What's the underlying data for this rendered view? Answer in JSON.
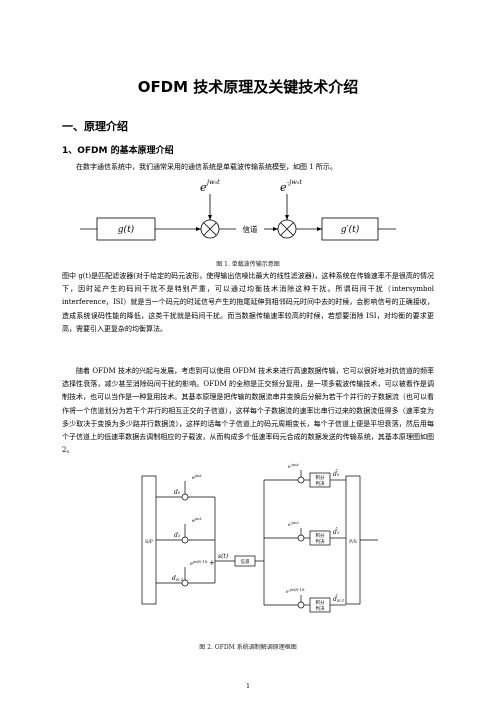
{
  "title": "OFDM 技术原理及关键技术介绍",
  "section1": "一、原理介绍",
  "subsection1": "1、OFDM 的基本原理介绍",
  "para1": "在数字通信系统中，我们通常采用的通信系统是单载波传输系统模型，如图 1 所示。",
  "fig1": {
    "block_in": "g(t)",
    "block_out": "g′(t)",
    "channel": "信道",
    "carrier_tx": "e^{jw₀t}",
    "carrier_rx": "e^{-jw₀t}",
    "caption": "图 1. 单载波传输示意图"
  },
  "para2": "图中 g(t)是匹配滤波器(对于给定的码元波形，使得输出信噪比最大的线性滤波器)，这种系统在传输速率不是很高的情况下，因时延产生的码间干扰不是特别严重，可以通过均衡技术消除这种干扰。所谓码间干扰（intersymbol interference，ISI）就是当一个码元的时延信号产生的拖尾延伸到相邻码元时间中去的时候，会影响信号的正确接收，造成系统误码性能的降低，这类干扰就是码间干扰。而当数据传输速率较高的时候，若想要消除 ISI，对均衡的要求更高，需要引入更复杂的均衡算法。",
  "para3": "随着 OFDM 技术的兴起与发展，考虑到可以使用 OFDM 技术来进行高速数据传输，它可以很好地对抗信道的频率选择性衰落，减少甚至消除码间干扰的影响。OFDM 的全称是正交频分复用，是一项多载波传输技术，可以被看作是调制技术，也可以当作是一种复用技术。其基本原理是把传输的数据流串并变换后分解为若干个并行的子数据流（也可以看作将一个信道划分为若干个并行的相互正交的子信道），这样每个子数据流的速率比串行过来的数据流低得多（速率变为多少取决于变换为多少路并行数据流），这样的话每个子信道上的码元周期变长，每个子信道上便是平坦衰落，然后用每个子信道上的低速率数据去调制相应的子载波，从而构成多个低速率码元合成的数据发送的传输系统，其基本原理图如图 2。",
  "fig2": {
    "sp": "S/P",
    "ps": "P/S",
    "channel": "信道",
    "st": "s(t)",
    "sum": "+",
    "d0": "d₀",
    "d1": "d₁",
    "dn": "d_{N-1}",
    "dh0": "d̂₀",
    "dh1": "d̂₁",
    "dhn": "d̂_{N-1}",
    "integ": "积分判决",
    "tx0": "e^{jw₀t}",
    "tx1": "e^{jw₁t}",
    "txn": "e^{jw_{N-1}t}",
    "rx0": "e^{-jw₀t}",
    "rx1": "e^{-jw₁t}",
    "rxn": "e^{-jw_{N-1}t}",
    "caption": "图 2. OFDM 系统调制解调原理框图"
  },
  "page_number": "1"
}
